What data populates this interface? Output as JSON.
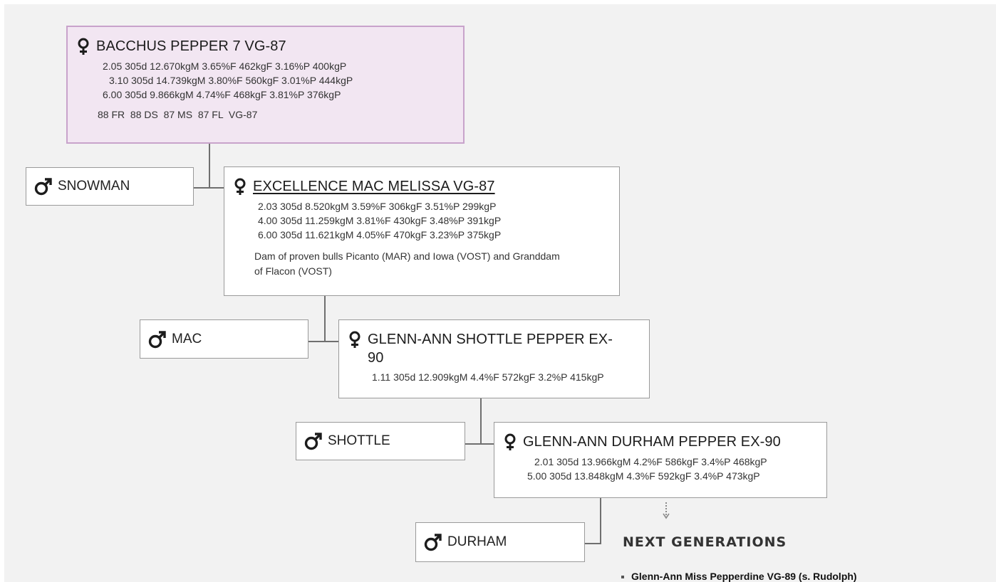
{
  "pedigree": [
    {
      "name": "BACCHUS PEPPER 7 VG-87",
      "linked": false,
      "highlight": true,
      "records": [
        "2.05 305d 12.670kgM 3.65%F 462kgF 3.16%P 400kgP",
        "3.10 305d 14.739kgM 3.80%F 560kgF 3.01%P 444kgP",
        "6.00 305d  9.866kgM 4.74%F 468kgF 3.81%P 376kgP"
      ],
      "classification": "88 FR  88 DS  87 MS  87 FL  VG-87"
    },
    {
      "name": "EXCELLENCE MAC MELISSA VG-87",
      "linked": true,
      "sire": "SNOWMAN",
      "records": [
        "2.03 305d 8.520kgM 3.59%F 306kgF  3.51%P 299kgP",
        "4.00 305d 11.259kgM  3.81%F 430kgF 3.48%P  391kgP",
        "6.00 305d  11.621kgM 4.05%F 470kgF 3.23%P 375kgP"
      ],
      "note": "Dam of proven bulls Picanto (MAR) and Iowa (VOST) and Granddam of Flacon (VOST)"
    },
    {
      "name": "GLENN-ANN SHOTTLE PEPPER EX-90",
      "linked": false,
      "sire": "MAC",
      "records": [
        "1.11 305d 12.909kgM 4.4%F 572kgF 3.2%P 415kgP"
      ]
    },
    {
      "name": "GLENN-ANN DURHAM PEPPER EX-90",
      "linked": false,
      "sire": "SHOTTLE",
      "records": [
        "2.01 305d 13.966kgM 4.2%F 586kgF 3.4%P 468kgP",
        "5.00 305d 13.848kgM 4.3%F 592kgF 3.4%P 473kgP"
      ]
    }
  ],
  "last_sire": "DURHAM",
  "next_generations": {
    "title": "NEXT GENERATIONS",
    "items": [
      "Glenn-Ann Miss Pepperdine VG-89 (s. Rudolph)"
    ]
  },
  "colors": {
    "highlight_bg": "#f2e6f2",
    "highlight_border": "#c8a3cb",
    "connector": "#6f6f6f"
  },
  "icons": {
    "female": "female-symbol-icon",
    "male": "male-symbol-icon",
    "arrow": "dashed-down-arrow-icon"
  }
}
